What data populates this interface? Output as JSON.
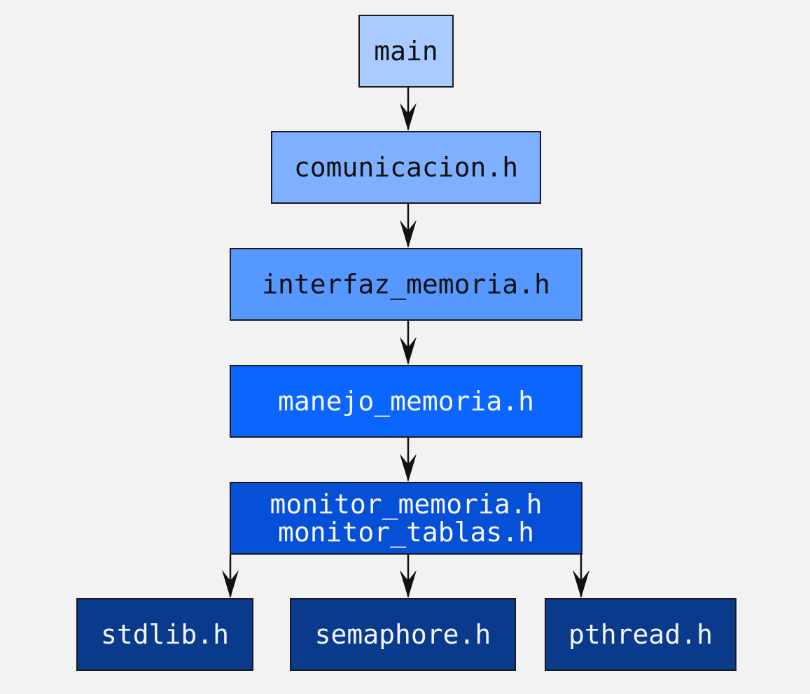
{
  "nodes": {
    "main": {
      "label": "main",
      "color": "#a9cbff"
    },
    "comunicacion": {
      "label": "comunicacion.h",
      "color": "#7fb0ff"
    },
    "interfaz_memoria": {
      "label": "interfaz_memoria.h",
      "color": "#5598ff"
    },
    "manejo_memoria": {
      "label": "manejo_memoria.h",
      "color": "#0a66ff"
    },
    "monitor": {
      "label_line1": "monitor_memoria.h",
      "label_line2": "monitor_tablas.h",
      "color": "#0550d6"
    },
    "stdlib": {
      "label": "stdlib.h",
      "color": "#0a3a8c"
    },
    "semaphore": {
      "label": "semaphore.h",
      "color": "#0a3a8c"
    },
    "pthread": {
      "label": "pthread.h",
      "color": "#0a3a8c"
    }
  },
  "edges": [
    {
      "from": "main",
      "to": "comunicacion"
    },
    {
      "from": "comunicacion",
      "to": "interfaz_memoria"
    },
    {
      "from": "interfaz_memoria",
      "to": "manejo_memoria"
    },
    {
      "from": "manejo_memoria",
      "to": "monitor"
    },
    {
      "from": "monitor",
      "to": "stdlib"
    },
    {
      "from": "monitor",
      "to": "semaphore"
    },
    {
      "from": "monitor",
      "to": "pthread"
    }
  ],
  "colors": {
    "background": "#f2f2f2",
    "edge": "#111111"
  }
}
